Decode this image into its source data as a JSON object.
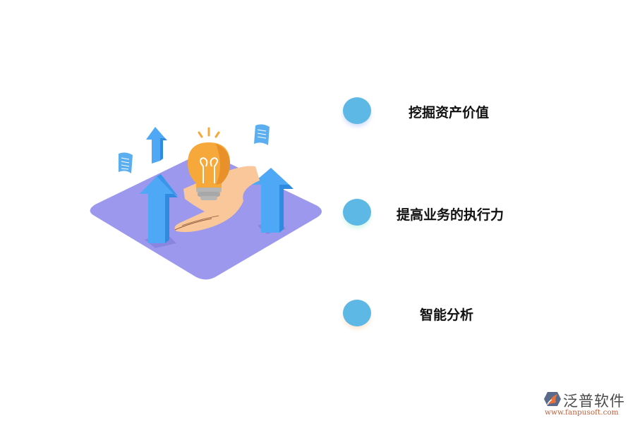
{
  "features": [
    {
      "label": "挖掘资产价值",
      "dot_color": "#5EB8E6"
    },
    {
      "label": "提高业务的执行力",
      "dot_color": "#5EB8E6"
    },
    {
      "label": "智能分析",
      "dot_color": "#5EB8E6"
    }
  ],
  "illustration": {
    "description": "Isometric purple platform with a hand holding a glowing light bulb, blue upward arrows, and floating documents",
    "colors": {
      "platform": "#9B98EE",
      "arrow": "#4FA8F5",
      "bulb": "#F7A83A",
      "hand": "#F9C79A",
      "document": "#5BAEF0"
    }
  },
  "logo": {
    "brand": "泛普软件",
    "url": "www.fanpusoft.com"
  }
}
